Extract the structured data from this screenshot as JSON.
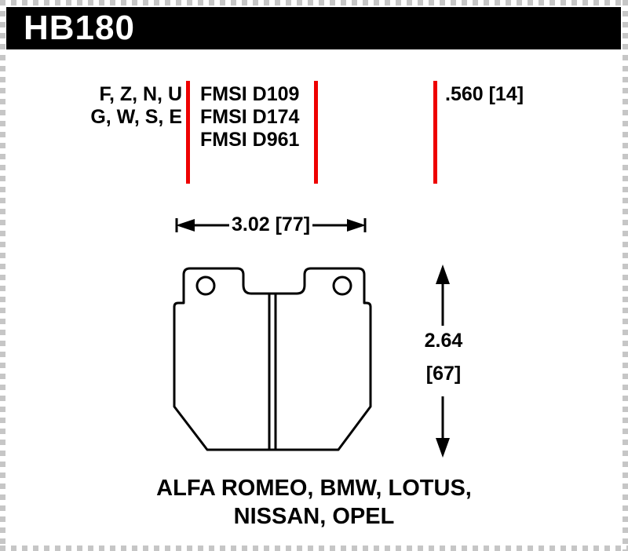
{
  "header": {
    "part_number": "HB180"
  },
  "specs": {
    "compounds_line1": "F, Z, N, U",
    "compounds_line2": "G, W, S, E",
    "fmsi": [
      "FMSI D109",
      "FMSI D174",
      "FMSI D961"
    ],
    "thickness": ".560 [14]"
  },
  "dimensions": {
    "width": "3.02 [77]",
    "height_value": "2.64",
    "height_bracket": "[67]"
  },
  "footer": {
    "applications_line1": "ALFA ROMEO, BMW, LOTUS,",
    "applications_line2": "NISSAN, OPEL"
  },
  "colors": {
    "accent_red": "#ee0000",
    "banner_black": "#000000",
    "border_gray": "#c6c6c6"
  }
}
